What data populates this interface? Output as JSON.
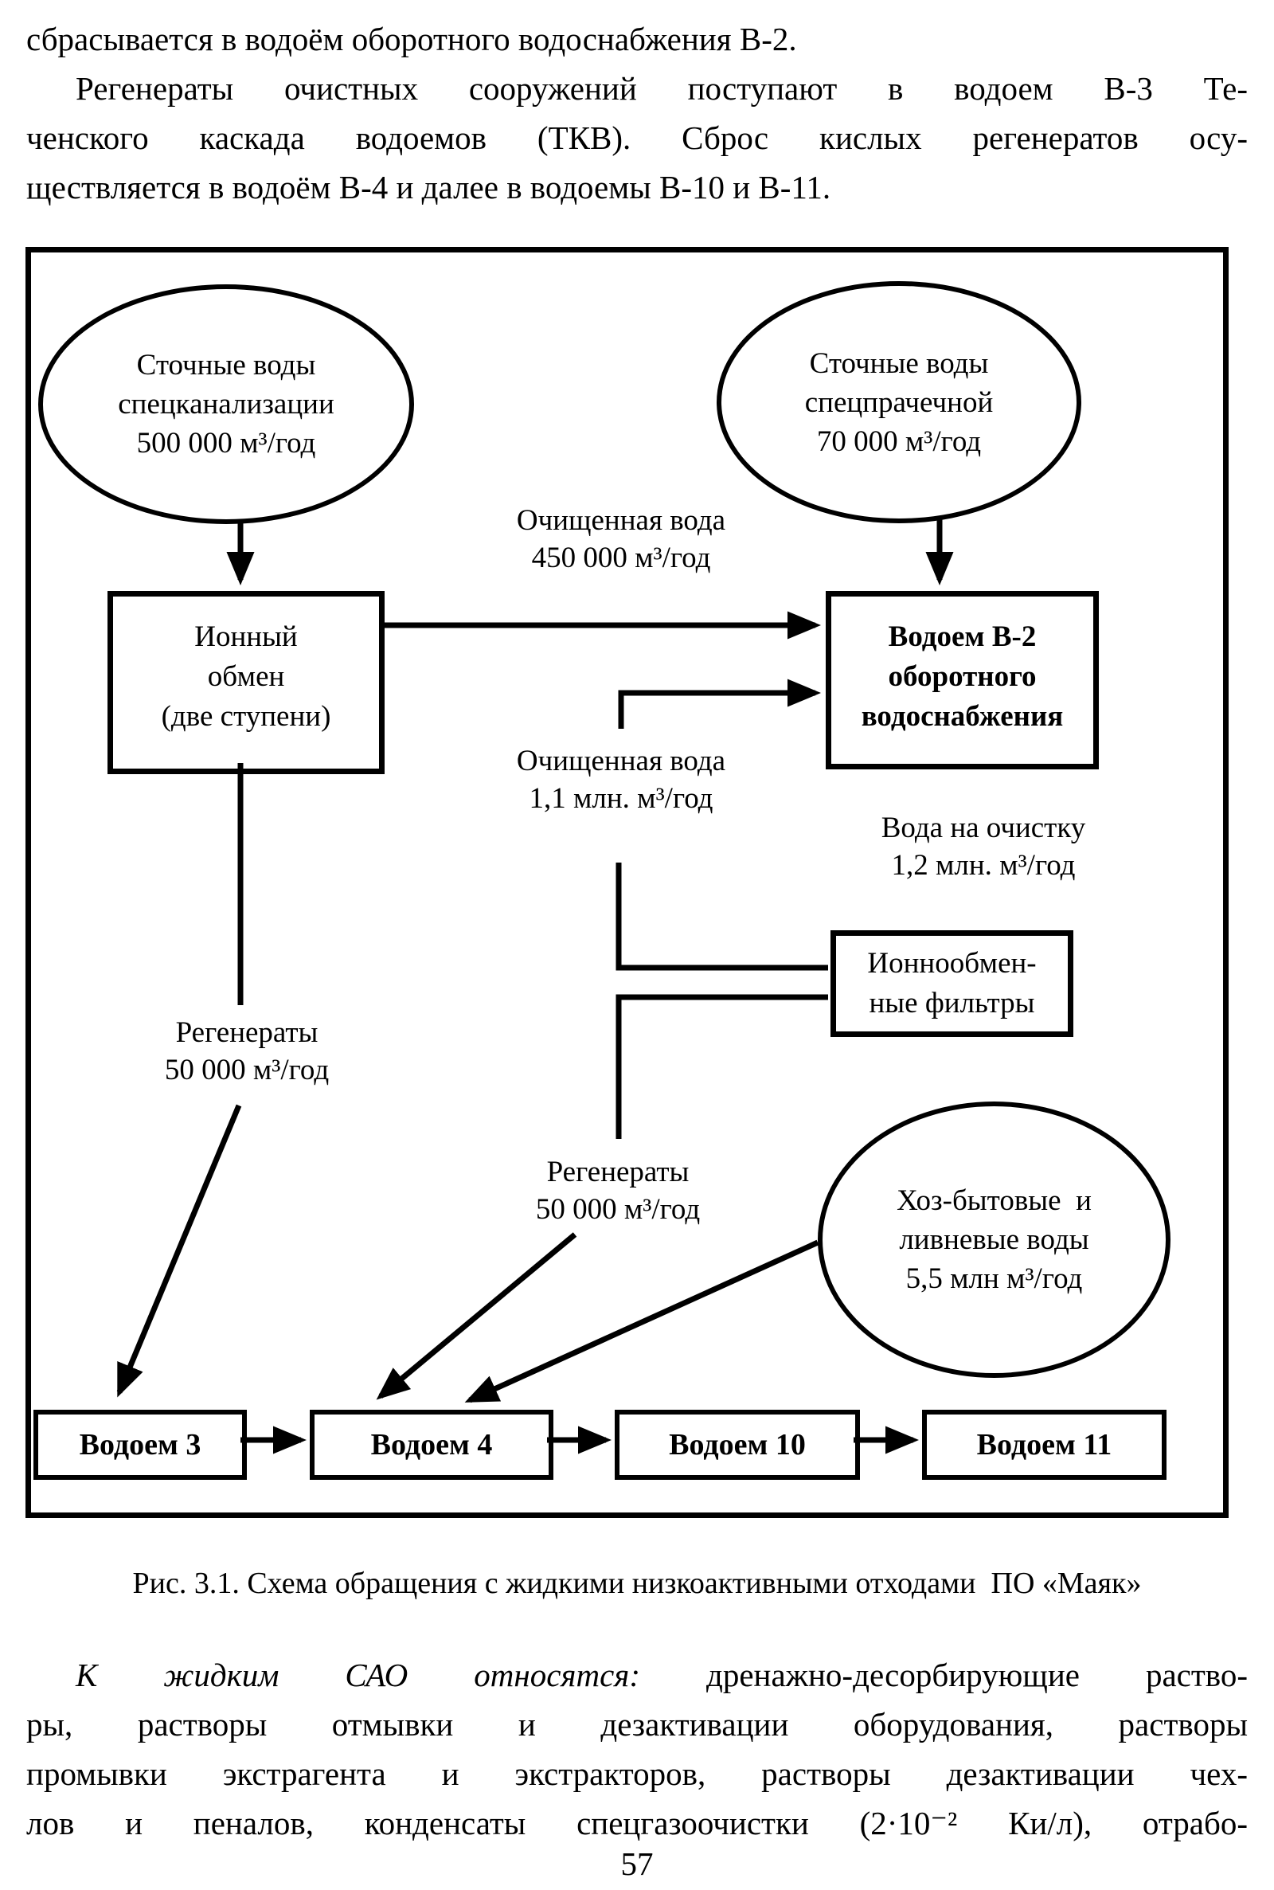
{
  "colors": {
    "ink": "#000000",
    "paper": "#ffffff"
  },
  "body_text": {
    "p1_line1": "сбрасывается в водоём оборотного водоснабжения В-2.",
    "p2_line1": "Регенераты очистных сооружений поступают в водоем В-3 Те-",
    "p2_line2": "ченского каскада водоемов (ТКВ). Сброс кислых регенератов осу-",
    "p2_line3": "ществляется в водоём В-4 и далее в водоемы В-10 и В-11.",
    "p3_line1_italic": "К жидким САО относятся:",
    "p3_line1_rest": " дренажно-десорбирующие раство-",
    "p3_line2": "ры, растворы отмывки и дезактивации оборудования, растворы",
    "p3_line3": "промывки экстрагента и экстракторов, растворы дезактивации чех-",
    "p3_line4": "лов и пеналов, конденсаты спецгазоочистки (2·10⁻² Ки/л), отрабо-",
    "page_number": "57"
  },
  "figure": {
    "caption": "Рис. 3.1. Схема обращения с жидкими низкоактивными отходами  ПО «Маяк»",
    "ellipses": {
      "sewage_special": "Сточные воды\nспецканализации\n500 000 м³/год",
      "laundry": "Сточные воды\nспецпрачечной\n70 000 м³/год",
      "household": "Хоз-бытовые  и\nливневые воды\n5,5 млн м³/год"
    },
    "boxes": {
      "ion_exchange": "Ионный\nобмен\n(две ступени)",
      "pond_b2": "Водоем В-2\nоборотного\nводоснабжения",
      "ion_filters": "Ионнообмен-\nные фильтры",
      "pond_3": "Водоем 3",
      "pond_4": "Водоем 4",
      "pond_10": "Водоем 10",
      "pond_11": "Водоем 11"
    },
    "flow_labels": {
      "treated_water_450": "Очищенная вода\n450 000 м³/год",
      "treated_water_1_1": "Очищенная вода\n1,1 млн. м³/год",
      "water_to_treatment": "Вода на очистку\n1,2 млн. м³/год",
      "regenerates_left": "Регенераты\n50 000 м³/год",
      "regenerates_mid": "Регенераты\n50 000 м³/год"
    }
  }
}
